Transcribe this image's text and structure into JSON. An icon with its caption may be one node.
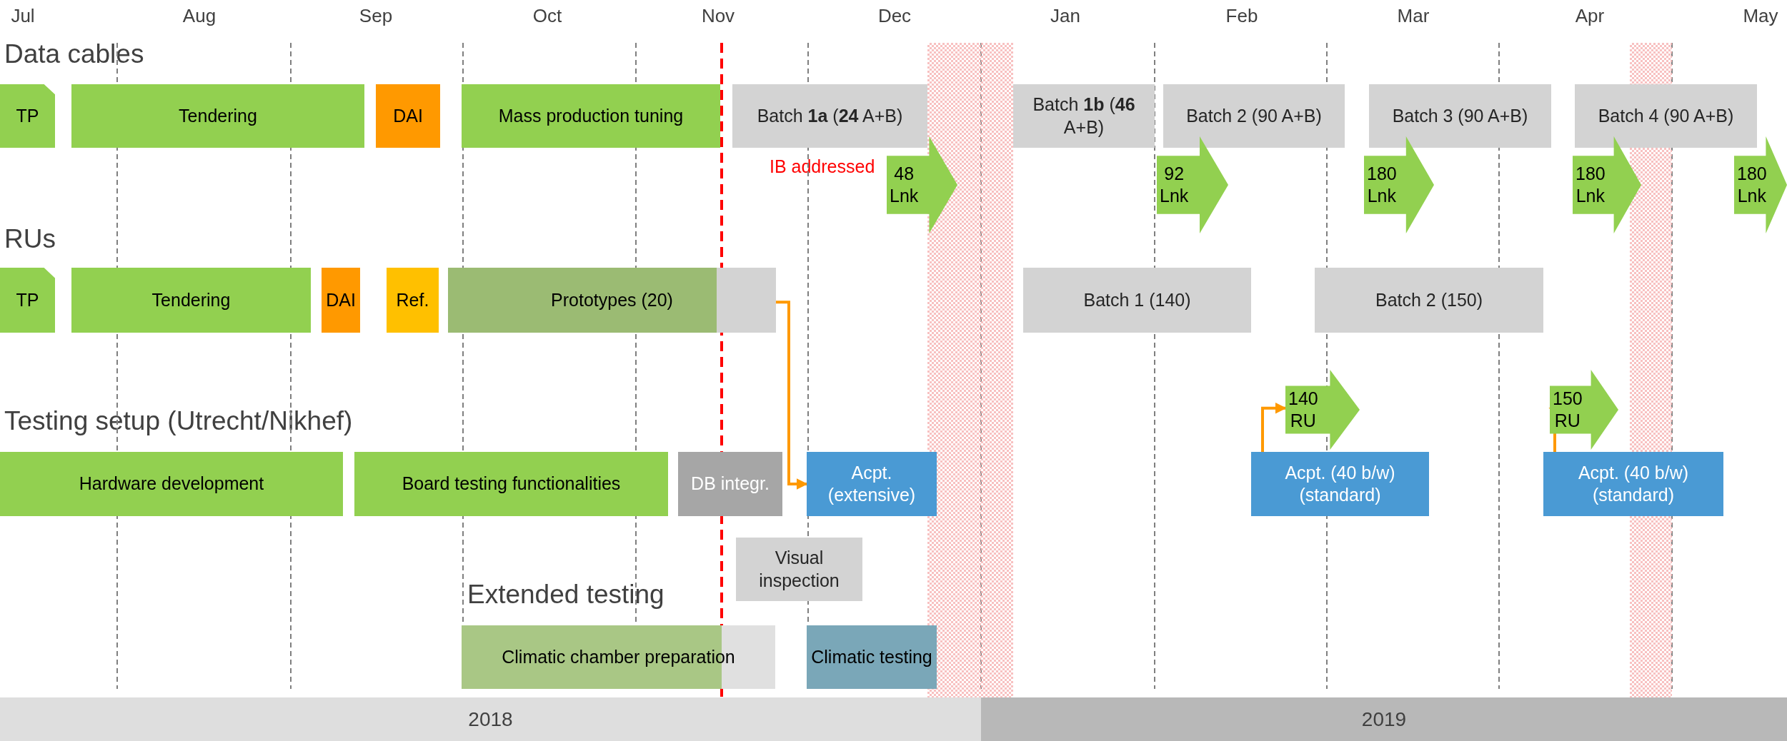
{
  "diagram": {
    "nodes": [
      {
        "text": [
          "TP"
        ]
      },
      {
        "text": [
          "Tendering"
        ]
      },
      {
        "text": [
          "DAI"
        ]
      },
      {
        "text": [
          "Mass production tuning"
        ]
      },
      {
        "text": [
          "Batch **1a** (**24** A+B)"
        ]
      },
      {
        "text": [
          "Batch **1b** (**46** A+B)"
        ]
      },
      {
        "text": [
          "Batch 2 (90 A+B)"
        ]
      },
      {
        "text": [
          "Batch 3 (90 A+B)"
        ]
      },
      {
        "text": [
          "Batch 4 (90 A+B)"
        ]
      },
      {
        "text": [
          "48 Lnk"
        ]
      },
      {
        "text": [
          "92 Lnk"
        ]
      },
      {
        "text": [
          "180 Lnk"
        ]
      },
      {
        "text": [
          "180 Lnk"
        ]
      },
      {
        "text": [
          "180 Lnk"
        ]
      },
      {
        "text": [
          "TP"
        ]
      },
      {
        "text": [
          "Tendering"
        ]
      },
      {
        "text": [
          "DAI"
        ]
      },
      {
        "text": [
          "Ref."
        ]
      },
      {
        "text": [
          "Prototypes (20)"
        ]
      },
      {
        "text": [
          "Batch 1 (140)"
        ]
      },
      {
        "text": [
          "Batch 2 (150)"
        ]
      },
      {
        "text": [
          "140 RU"
        ]
      },
      {
        "text": [
          "150 RU"
        ]
      },
      {
        "text": [
          "Hardware development"
        ]
      },
      {
        "text": [
          "Board testing functionalities"
        ]
      },
      {
        "text": [
          "DB integr."
        ]
      },
      {
        "text": [
          "Acpt. (extensive)"
        ]
      },
      {
        "text": [
          "Acpt. (40 b/w) (standard)"
        ]
      },
      {
        "text": [
          "Acpt. (40 b/w) (standard)"
        ]
      },
      {
        "text": [
          "Visual inspection"
        ]
      },
      {
        "text": [
          "Climatic chamber preparation"
        ]
      },
      {
        "text": [
          "Climatic testing"
        ]
      },
      {
        "text": [
          "2018"
        ]
      },
      {
        "text": [
          "2019"
        ]
      },
      {
        "text": [],
        "shape": "band"
      },
      {
        "text": [],
        "shape": "band"
      }
    ],
    "edges": [
      {
        "from": 18,
        "to": 26,
        "arrow": "to"
      },
      {
        "from": 27,
        "to": 21,
        "arrow": "to"
      },
      {
        "from": 28,
        "to": 22,
        "arrow": "to"
      }
    ],
    "labels": [
      "Jul",
      "Aug",
      "Sep",
      "Oct",
      "Nov",
      "Dec",
      "Jan",
      "Feb",
      "Mar",
      "Apr",
      "May",
      "Data cables",
      "IB addressed",
      "RUs",
      "Testing setup (Utrecht/Nikhef)",
      "Extended testing"
    ]
  }
}
